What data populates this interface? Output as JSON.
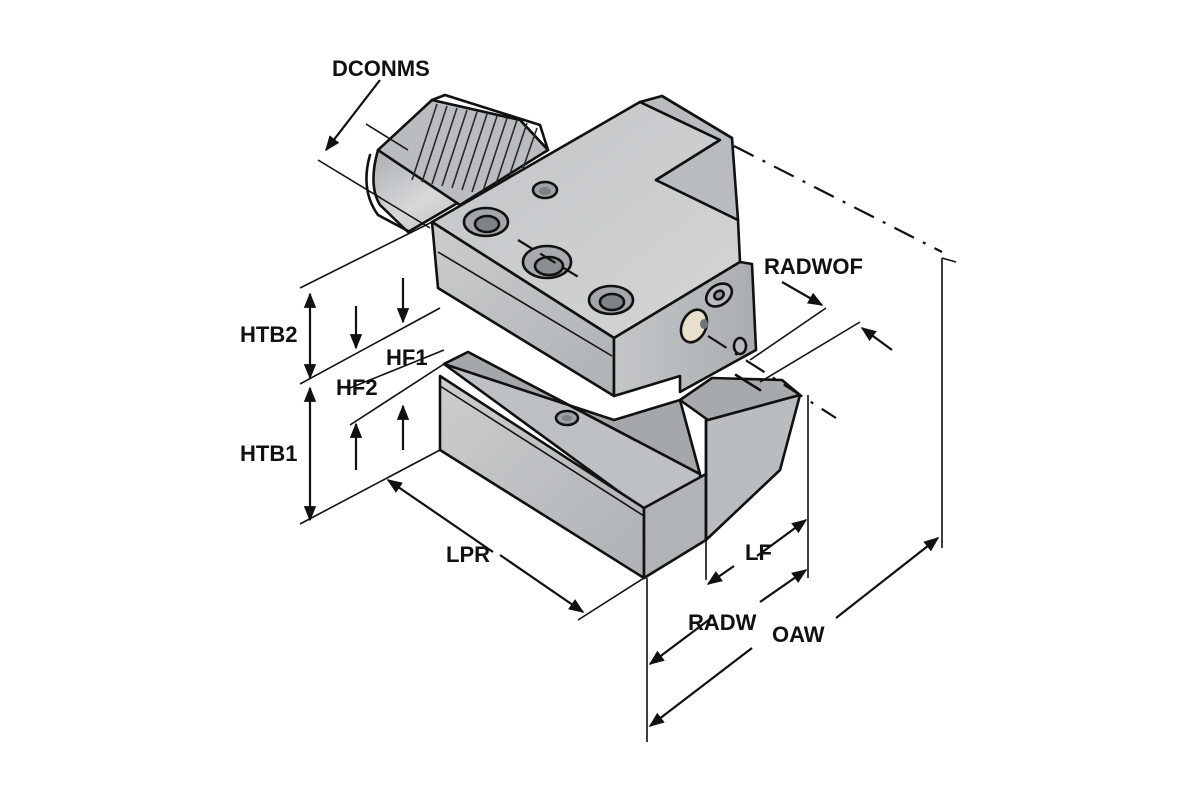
{
  "diagram": {
    "subject": "VDI tool holder, isometric view",
    "labels": {
      "dconms": "DCONMS",
      "htb2": "HTB2",
      "hf1": "HF1",
      "hf2": "HF2",
      "htb1": "HTB1",
      "lpr": "LPR",
      "radwof": "RADWOF",
      "lf": "LF",
      "radw": "RADW",
      "oaw": "OAW"
    },
    "colors": {
      "body_light": "#c9cbcc",
      "body_mid": "#b3b6b8",
      "body_dark": "#9a9ea1",
      "line": "#111111",
      "coolant_nozzle": "#e8e0cc"
    }
  }
}
